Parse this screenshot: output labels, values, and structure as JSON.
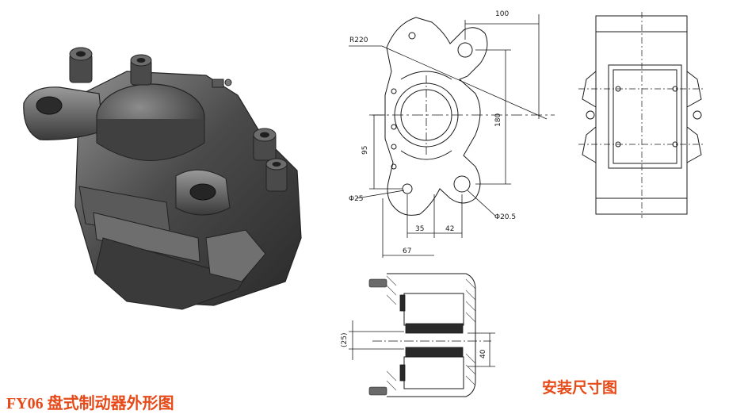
{
  "title": "FY06 盘式制动器外形图",
  "install_title": "安装尺寸图",
  "dimensions": {
    "width_top": "100",
    "radius": "R220",
    "height_right": "180",
    "height_left": "95",
    "hole_left": "Φ25",
    "hole_right": "Φ20.5",
    "span_35": "35",
    "span_42": "42",
    "span_67": "67",
    "gap_25": "(25)",
    "gap_40": "40"
  },
  "colors": {
    "label": "#e64a19",
    "line": "#1a1a1a",
    "body_dark": "#3c3c3c",
    "body_light": "#8a8a8a"
  }
}
